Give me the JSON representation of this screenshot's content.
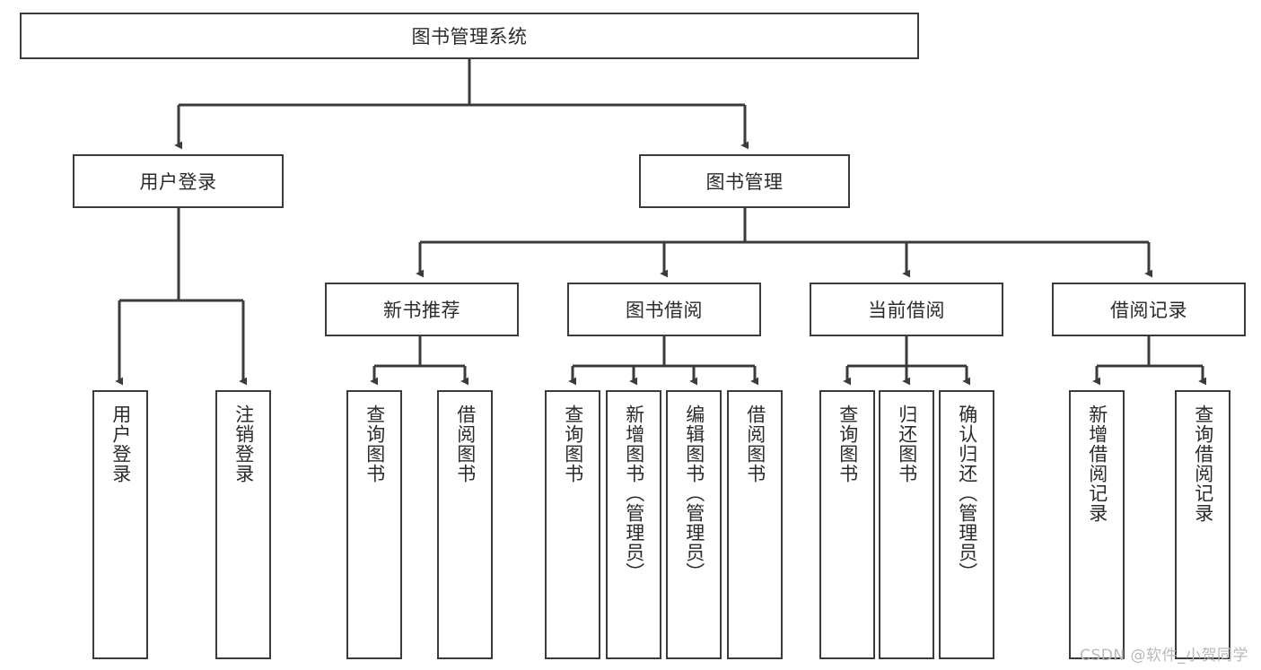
{
  "diagram": {
    "title": "图书管理系统",
    "type": "功能结构图",
    "watermark": "CSDN @软件_小贺同学",
    "colors": {
      "stroke": "#3b3b3b",
      "text": "#2b2b2b",
      "background": "#ffffff",
      "watermark": "#b9b9b9"
    }
  },
  "root": {
    "label": "图书管理系统"
  },
  "level2": [
    {
      "label": "用户登录"
    },
    {
      "label": "图书管理"
    }
  ],
  "level3": [
    {
      "label": "新书推荐"
    },
    {
      "label": "图书借阅"
    },
    {
      "label": "当前借阅"
    },
    {
      "label": "借阅记录"
    }
  ],
  "leaves": {
    "user_login": [
      {
        "label": "用户登录"
      },
      {
        "label": "注销登录"
      }
    ],
    "new_books": [
      {
        "label": "查询图书"
      },
      {
        "label": "借阅图书"
      }
    ],
    "book_borrow": [
      {
        "label": "查询图书"
      },
      {
        "label": "新增图书（管理员）"
      },
      {
        "label": "编辑图书（管理员）"
      },
      {
        "label": "借阅图书"
      }
    ],
    "current_borrow": [
      {
        "label": "查询图书"
      },
      {
        "label": "归还图书"
      },
      {
        "label": "确认归还（管理员）"
      }
    ],
    "borrow_records": [
      {
        "label": "新增借阅记录"
      },
      {
        "label": "查询借阅记录"
      }
    ]
  }
}
